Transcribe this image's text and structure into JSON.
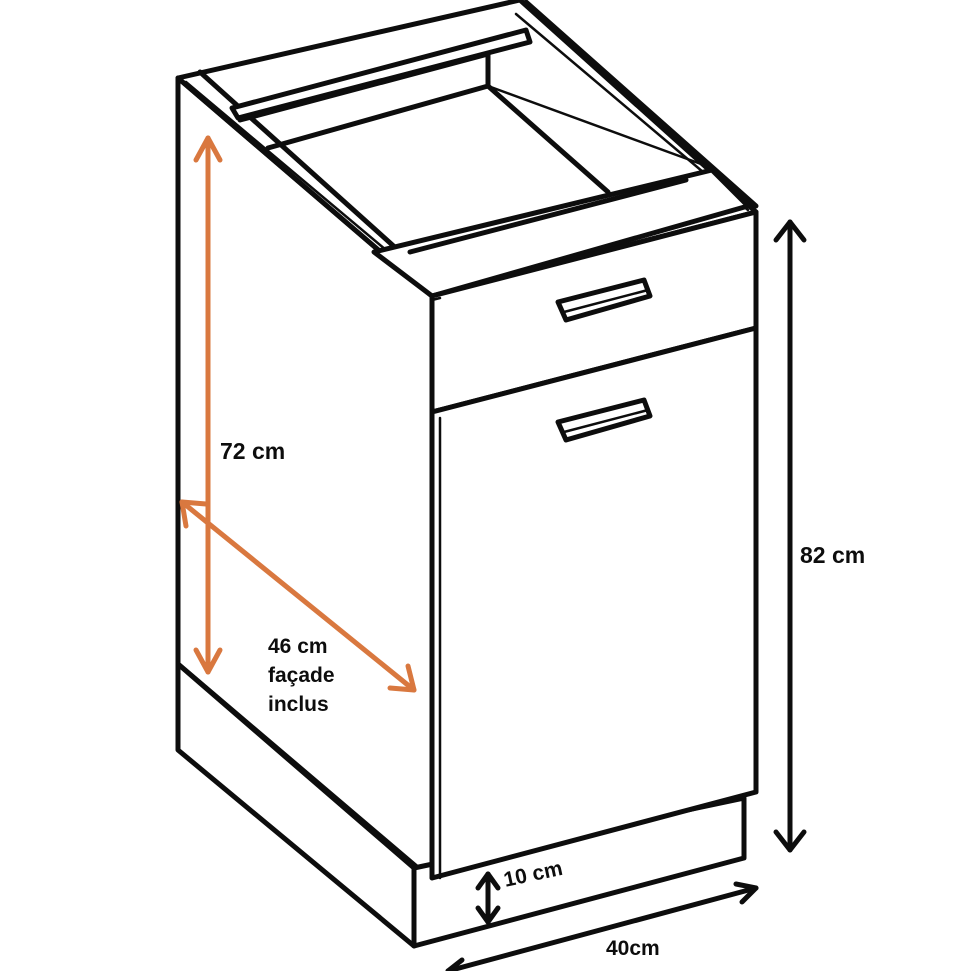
{
  "diagram": {
    "subject": "kitchen base cabinet with one drawer and one door",
    "colors": {
      "outline": "#0d0d0d",
      "internal_dimension": "#d9783f",
      "external_dimension": "#0d0d0d",
      "background": "#ffffff"
    },
    "dimensions": {
      "total_height": {
        "label": "82 cm",
        "value": 82,
        "unit": "cm",
        "arrow_color": "black"
      },
      "body_height": {
        "label": "72 cm",
        "value": 72,
        "unit": "cm",
        "arrow_color": "orange"
      },
      "depth": {
        "label_lines": [
          "46 cm",
          "façade",
          "inclus"
        ],
        "value": 46,
        "unit": "cm",
        "note": "façade inclus",
        "arrow_color": "orange"
      },
      "plinth_height": {
        "label": "10 cm",
        "value": 10,
        "unit": "cm",
        "arrow_color": "black"
      },
      "width": {
        "label": "40cm",
        "value": 40,
        "unit": "cm",
        "arrow_color": "black"
      }
    },
    "components": [
      "top-rails",
      "drawer-front",
      "drawer-handle",
      "door",
      "door-handle",
      "side-panel",
      "plinth"
    ]
  }
}
